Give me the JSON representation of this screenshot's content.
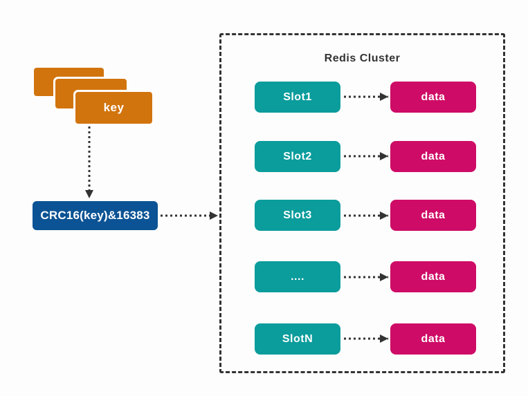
{
  "diagram": {
    "key_stack": {
      "label": "key",
      "card_count": 3
    },
    "hash_box": {
      "label": "CRC16(key)&16383"
    },
    "cluster": {
      "title": "Redis Cluster",
      "rows": [
        {
          "slot": "Slot1",
          "data": "data"
        },
        {
          "slot": "Slot2",
          "data": "data"
        },
        {
          "slot": "Slot3",
          "data": "data"
        },
        {
          "slot": "....",
          "data": "data"
        },
        {
          "slot": "SlotN",
          "data": "data"
        }
      ]
    },
    "colors": {
      "key_orange": "#d2740e",
      "hash_blue": "#0b5394",
      "slot_teal": "#0b9c9c",
      "data_magenta": "#ce0b66",
      "line_dark": "#333333",
      "background": "#fdfdfd"
    }
  }
}
